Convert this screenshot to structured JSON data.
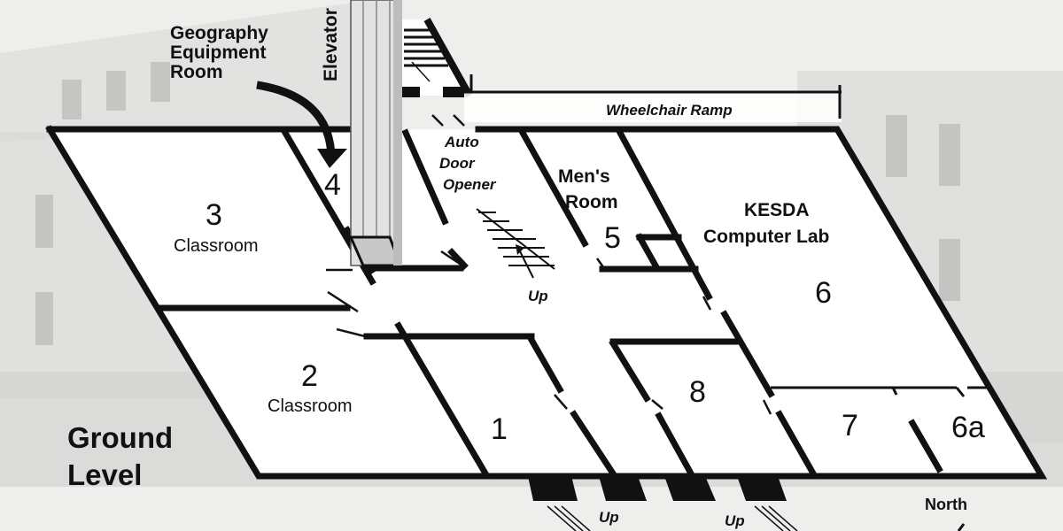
{
  "map": {
    "level_title": [
      "Ground",
      "Level"
    ],
    "compass_label": "North",
    "callouts": {
      "geography_room": [
        "Geography",
        "Equipment",
        "Room"
      ],
      "elevator": "Elevator",
      "wheelchair_ramp": "Wheelchair Ramp",
      "auto_door": [
        "Auto",
        "Door",
        "Opener"
      ],
      "up_center": "Up",
      "up_stairs_left": "Up",
      "up_stairs_right": "Up"
    },
    "rooms": {
      "room_3": {
        "number": "3",
        "name": "Classroom"
      },
      "room_2": {
        "number": "2",
        "name": "Classroom"
      },
      "room_4": {
        "number": "4"
      },
      "room_1": {
        "number": "1"
      },
      "room_5": {
        "number": "5",
        "name": [
          "Men's",
          "Room"
        ]
      },
      "room_6": {
        "number": "6",
        "name": [
          "KESDA",
          "Computer Lab"
        ]
      },
      "room_8": {
        "number": "8"
      },
      "room_7": {
        "number": "7"
      },
      "room_6a": {
        "number": "6a"
      }
    },
    "colors": {
      "wall": "#111111",
      "floor": "#ffffff",
      "background_photo": "#d6d6d4",
      "elevator_shaft": "#dcdcdc"
    }
  }
}
